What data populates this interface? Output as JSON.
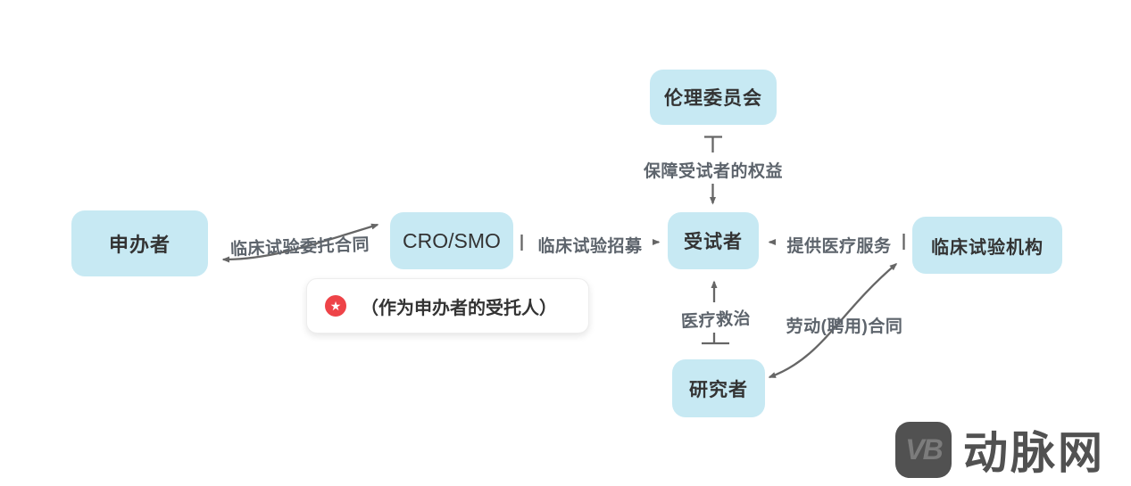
{
  "colors": {
    "node_fill": "#c7e9f3",
    "node_text": "#333333",
    "arrow": "#666666",
    "label_text": "#5d646c",
    "badge_red": "#ee4348",
    "watermark": "#4a4a4a"
  },
  "diagram": {
    "nodes": {
      "ethics": {
        "label": "伦理委员会"
      },
      "sponsor": {
        "label": "申办者"
      },
      "cro": {
        "label": "CRO/SMO"
      },
      "subject": {
        "label": "受试者"
      },
      "institution": {
        "label": "临床试验机构"
      },
      "researcher": {
        "label": "研究者"
      }
    },
    "edges": {
      "ethics_subject": {
        "from": "ethics",
        "to": "subject",
        "label": "保障受试者的权益",
        "direction": "one-way"
      },
      "sponsor_cro": {
        "from": "sponsor",
        "to": "cro",
        "label": "临床试验委托合同",
        "direction": "two-way"
      },
      "cro_subject": {
        "from": "cro",
        "to": "subject",
        "label": "临床试验招募",
        "direction": "one-way"
      },
      "institution_subject": {
        "from": "institution",
        "to": "subject",
        "label": "提供医疗服务",
        "direction": "one-way"
      },
      "researcher_subject": {
        "from": "researcher",
        "to": "subject",
        "label": "医疗救治",
        "direction": "one-way"
      },
      "institution_researcher": {
        "from": "institution",
        "to": "researcher",
        "label": "劳动(聘用)合同",
        "direction": "two-way"
      }
    },
    "callout": {
      "icon": "star-badge",
      "star": "★",
      "text": "（作为申办者的受托人）"
    }
  },
  "watermark": {
    "logo": "VB",
    "text": "动脉网"
  }
}
